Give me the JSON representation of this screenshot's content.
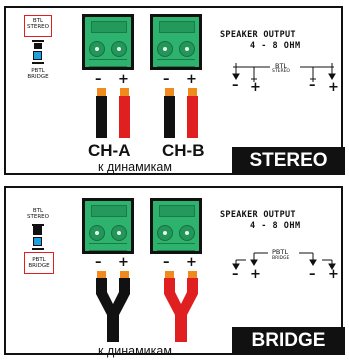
{
  "stereo_panel": {
    "switch_btl_label": "BTL",
    "switch_stereo_label": "STEREO",
    "switch_pbtl_label": "PBTL",
    "switch_bridge_label": "BRIDGE",
    "ch_a_minus": "–",
    "ch_a_plus": "+",
    "ch_b_minus": "–",
    "ch_b_plus": "+",
    "ch_a_label": "CH-A",
    "ch_b_label": "CH-B",
    "speakers_label": "к динамикам",
    "speaker_output_title": "SPEAKER OUTPUT",
    "speaker_output_ohm": "4 - 8 OHM",
    "diagram_btl": "BTL",
    "diagram_stereo": "STEREO",
    "diagram_minus_1": "–",
    "diagram_plus_1": "+",
    "diagram_minus_2": "–",
    "diagram_plus_2": "+",
    "mode_badge": "STEREO"
  },
  "bridge_panel": {
    "switch_btl_label": "BTL",
    "switch_stereo_label": "STEREO",
    "switch_pbtl_label": "PBTL",
    "switch_bridge_label": "BRIDGE",
    "ch_a_minus": "–",
    "ch_a_plus": "+",
    "ch_b_minus": "–",
    "ch_b_plus": "+",
    "speakers_label": "к динамикам",
    "speaker_output_title": "SPEAKER OUTPUT",
    "speaker_output_ohm": "4 - 8 OHM",
    "diagram_pbtl": "PBTL",
    "diagram_bridge": "BRIDGE",
    "diagram_minus_1": "–",
    "diagram_plus_1": "+",
    "diagram_minus_2": "–",
    "diagram_plus_2": "+",
    "mode_badge": "BRIDGE"
  },
  "colors": {
    "terminal_green": "#2db36e",
    "wire_black": "#111111",
    "wire_red": "#e02020",
    "wire_orange_tip": "#f08a1c",
    "switch_blue": "#1aa3e0",
    "highlight_red": "#e02020"
  }
}
